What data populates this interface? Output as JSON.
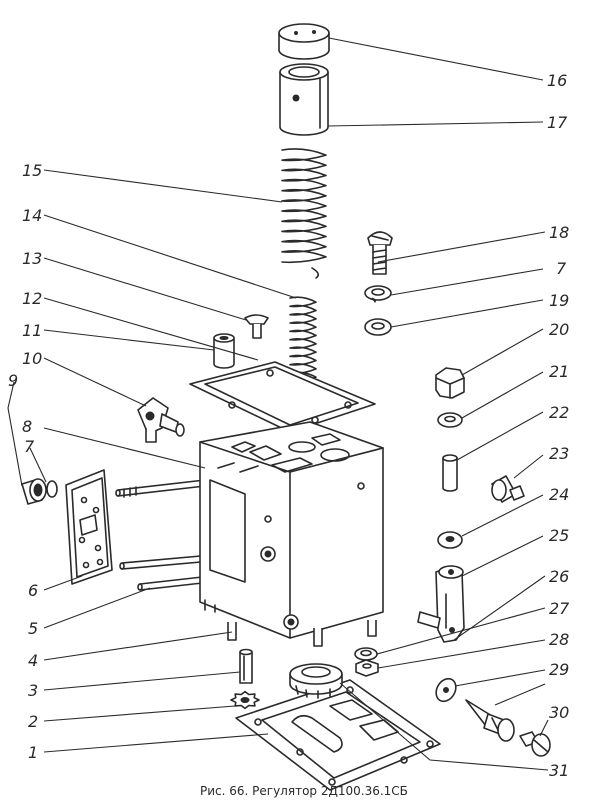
{
  "caption": "Рис. 66. Регулятор 2Д100.36.1СБ",
  "callouts": [
    {
      "id": "16",
      "label": "16"
    },
    {
      "id": "17",
      "label": "17"
    },
    {
      "id": "15",
      "label": "15"
    },
    {
      "id": "14",
      "label": "14"
    },
    {
      "id": "18",
      "label": "18"
    },
    {
      "id": "13",
      "label": "13"
    },
    {
      "id": "7a",
      "label": "7"
    },
    {
      "id": "12",
      "label": "12"
    },
    {
      "id": "19",
      "label": "19"
    },
    {
      "id": "11",
      "label": "11"
    },
    {
      "id": "20",
      "label": "20"
    },
    {
      "id": "10",
      "label": "10"
    },
    {
      "id": "21",
      "label": "21"
    },
    {
      "id": "9",
      "label": "9"
    },
    {
      "id": "22",
      "label": "22"
    },
    {
      "id": "8",
      "label": "8"
    },
    {
      "id": "7b",
      "label": "7"
    },
    {
      "id": "23",
      "label": "23"
    },
    {
      "id": "24",
      "label": "24"
    },
    {
      "id": "25",
      "label": "25"
    },
    {
      "id": "6",
      "label": "6"
    },
    {
      "id": "26",
      "label": "26"
    },
    {
      "id": "5",
      "label": "5"
    },
    {
      "id": "27",
      "label": "27"
    },
    {
      "id": "4",
      "label": "4"
    },
    {
      "id": "28",
      "label": "28"
    },
    {
      "id": "3",
      "label": "3"
    },
    {
      "id": "29",
      "label": "29"
    },
    {
      "id": "2",
      "label": "2"
    },
    {
      "id": "30",
      "label": "30"
    },
    {
      "id": "1",
      "label": "1"
    },
    {
      "id": "31",
      "label": "31"
    }
  ]
}
